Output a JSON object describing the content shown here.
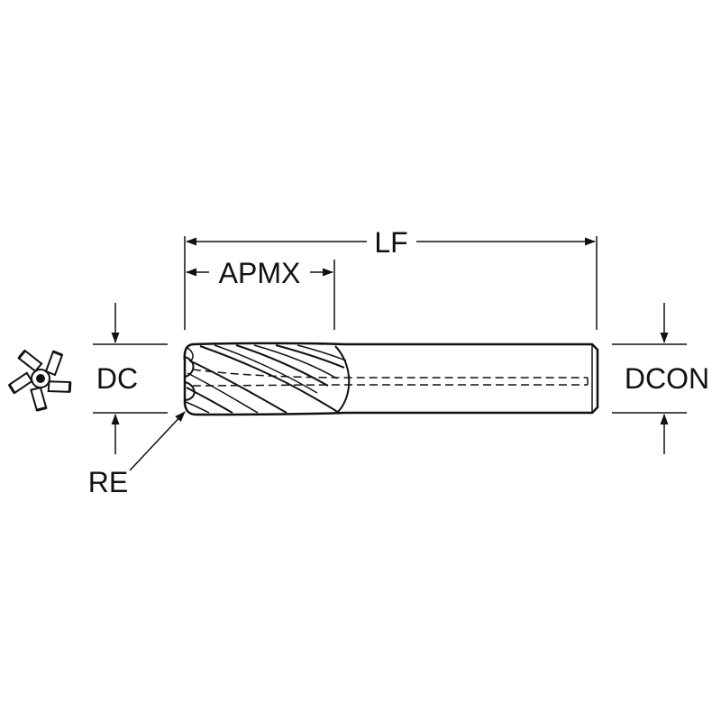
{
  "diagram": {
    "labels": {
      "lf": "LF",
      "apmx": "APMX",
      "dc": "DC",
      "dcon": "DCON",
      "re": "RE"
    },
    "colors": {
      "ink": "#111111",
      "background": "#ffffff"
    }
  }
}
